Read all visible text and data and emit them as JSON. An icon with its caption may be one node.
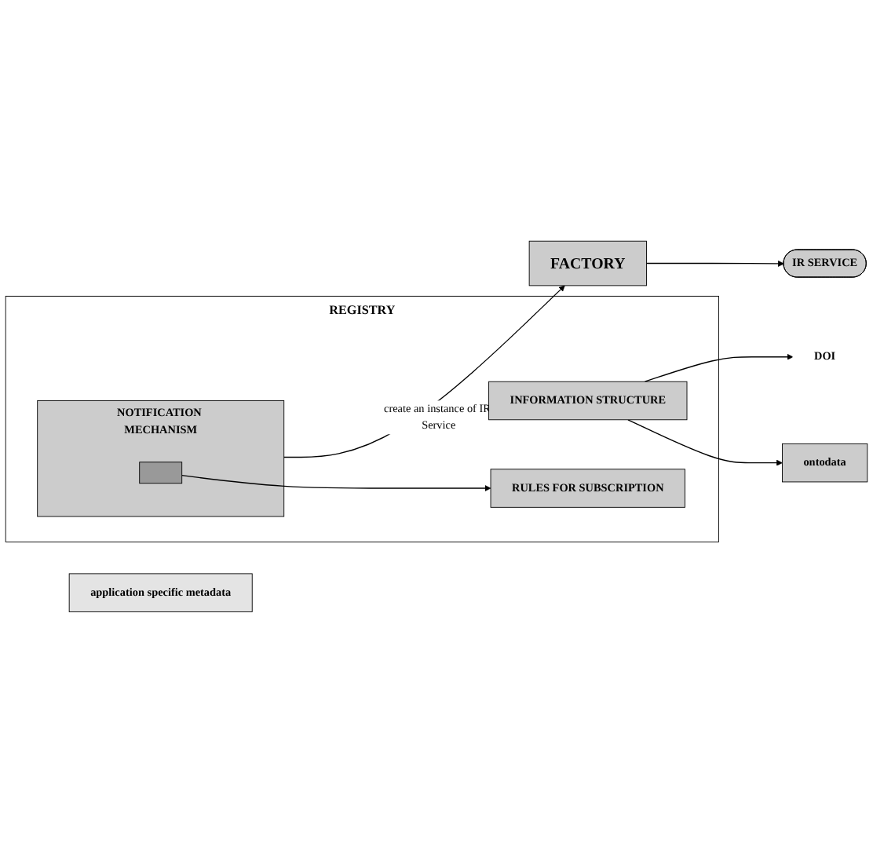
{
  "diagram": {
    "nodes": [
      {
        "text": [
          "REGISTRY"
        ]
      },
      {
        "text": [
          "INFORMATION STRUCTURE"
        ],
        "in": 0
      },
      {
        "text": [
          "RULES FOR SUBSCRIPTION"
        ],
        "in": 0
      },
      {
        "text": [
          "NOTIFICATION MECHANISM"
        ],
        "in": 0
      },
      {
        "text": [],
        "shape": "box",
        "in": 3
      },
      {
        "text": [
          "DOI"
        ]
      },
      {
        "text": [
          "ontodata"
        ]
      },
      {
        "text": [
          "application specific metadata"
        ]
      },
      {
        "text": [
          "FACTORY"
        ]
      },
      {
        "text": [
          "IR SERVICE"
        ]
      }
    ],
    "edges": [
      {
        "from": 1,
        "to": 5,
        "arrow": "to"
      },
      {
        "from": 1,
        "to": 6,
        "arrow": "to"
      },
      {
        "from": 4,
        "to": 2,
        "arrow": "to"
      },
      {
        "from": 3,
        "to": 8,
        "label": "create an instance of IR Service",
        "arrow": "to"
      },
      {
        "from": 8,
        "to": 9,
        "arrow": "to"
      }
    ]
  }
}
